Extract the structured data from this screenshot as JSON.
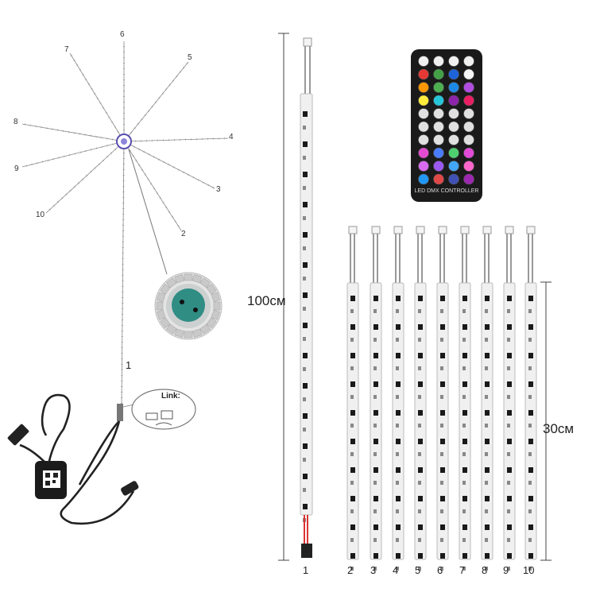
{
  "starburst": {
    "ray_labels": [
      "6",
      "5",
      "4",
      "3",
      "2",
      "7",
      "8",
      "9",
      "10"
    ],
    "main_label": "1",
    "link_label": "Link:"
  },
  "long_strip": {
    "length_label": "100см",
    "number": "1"
  },
  "short_strips": {
    "length_label": "30см",
    "numbers": [
      "2",
      "3",
      "4",
      "5",
      "6",
      "7",
      "8",
      "9",
      "10"
    ]
  },
  "remote": {
    "label": "LED DMX CONTROLLER",
    "button_rows": [
      [
        "#f0f0f0",
        "#f0f0f0",
        "#f0f0f0",
        "#f0f0f0"
      ],
      [
        "#e53935",
        "#43a047",
        "#1e63d8",
        "#f5f5f5"
      ],
      [
        "#ff9800",
        "#4caf50",
        "#1e88e5",
        "#b04de0"
      ],
      [
        "#ffeb3b",
        "#26c6da",
        "#8e24aa",
        "#e91e63"
      ],
      [
        "#e0e0e0",
        "#e0e0e0",
        "#e0e0e0",
        "#e0e0e0"
      ],
      [
        "#e0e0e0",
        "#e0e0e0",
        "#e0e0e0",
        "#e0e0e0"
      ],
      [
        "#e0e0e0",
        "#e0e0e0",
        "#e0e0e0",
        "#e0e0e0"
      ],
      [
        "#e44bd1",
        "#4a7cff",
        "#4ed070",
        "#e24ad8"
      ],
      [
        "#d86bf0",
        "#9b59f0",
        "#42a5f5",
        "#ff66cc"
      ],
      [
        "#2196f3",
        "#e04848",
        "#3f51b5",
        "#9c27b0"
      ]
    ]
  }
}
